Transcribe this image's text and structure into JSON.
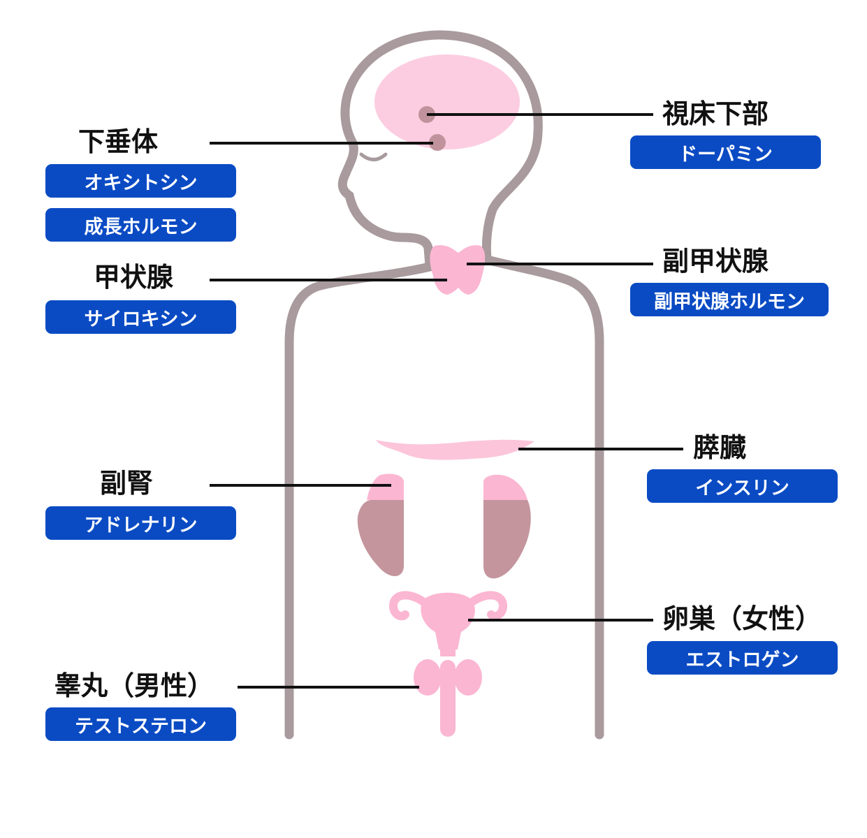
{
  "labels": {
    "hypothalamus": {
      "name": "視床下部",
      "hormones": [
        "ドーパミン"
      ]
    },
    "pituitary": {
      "name": "下垂体",
      "hormones": [
        "オキシトシン",
        "成長ホルモン"
      ]
    },
    "thyroid": {
      "name": "甲状腺",
      "hormones": [
        "サイロキシン"
      ]
    },
    "parathyroid": {
      "name": "副甲状腺",
      "hormones": [
        "副甲状腺ホルモン"
      ]
    },
    "pancreas": {
      "name": "膵臓",
      "hormones": [
        "インスリン"
      ]
    },
    "adrenal": {
      "name": "副腎",
      "hormones": [
        "アドレナリン"
      ]
    },
    "ovary": {
      "name": "卵巣（女性）",
      "hormones": [
        "エストロゲン"
      ]
    },
    "testis": {
      "name": "睾丸（男性）",
      "hormones": [
        "テストステロン"
      ]
    }
  },
  "colors": {
    "outline": "#a89a9d",
    "organ_pink": "#fbb6d2",
    "brain": "#fccde1",
    "kidney": "#c4959d",
    "gland_dot": "#c0939c",
    "hormone_box": "#0a4bc4",
    "leader_line": "#111111"
  }
}
